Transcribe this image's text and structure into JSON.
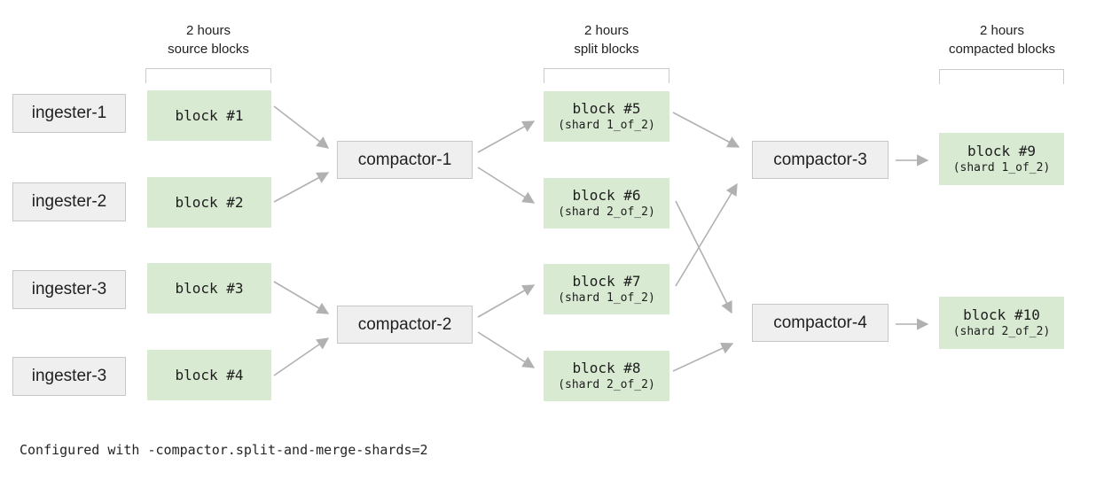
{
  "headers": {
    "source": {
      "line1": "2 hours",
      "line2": "source blocks"
    },
    "split": {
      "line1": "2 hours",
      "line2": "split blocks"
    },
    "compacted": {
      "line1": "2 hours",
      "line2": "compacted blocks"
    }
  },
  "ingesters": [
    {
      "label": "ingester-1"
    },
    {
      "label": "ingester-2"
    },
    {
      "label": "ingester-3"
    },
    {
      "label": "ingester-3"
    }
  ],
  "source_blocks": [
    {
      "label": "block #1"
    },
    {
      "label": "block #2"
    },
    {
      "label": "block #3"
    },
    {
      "label": "block #4"
    }
  ],
  "compactors": [
    {
      "label": "compactor-1"
    },
    {
      "label": "compactor-2"
    },
    {
      "label": "compactor-3"
    },
    {
      "label": "compactor-4"
    }
  ],
  "split_blocks": [
    {
      "label": "block #5",
      "shard": "(shard 1_of_2)"
    },
    {
      "label": "block #6",
      "shard": "(shard 2_of_2)"
    },
    {
      "label": "block #7",
      "shard": "(shard 1_of_2)"
    },
    {
      "label": "block #8",
      "shard": "(shard 2_of_2)"
    }
  ],
  "compacted_blocks": [
    {
      "label": "block #9",
      "shard": "(shard 1_of_2)"
    },
    {
      "label": "block #10",
      "shard": "(shard 2_of_2)"
    }
  ],
  "footer": "Configured with -compactor.split-and-merge-shards=2",
  "edges": [
    {
      "from": "block #1",
      "to": "compactor-1"
    },
    {
      "from": "block #2",
      "to": "compactor-1"
    },
    {
      "from": "block #3",
      "to": "compactor-2"
    },
    {
      "from": "block #4",
      "to": "compactor-2"
    },
    {
      "from": "compactor-1",
      "to": "block #5"
    },
    {
      "from": "compactor-1",
      "to": "block #6"
    },
    {
      "from": "compactor-2",
      "to": "block #7"
    },
    {
      "from": "compactor-2",
      "to": "block #8"
    },
    {
      "from": "block #5",
      "to": "compactor-3"
    },
    {
      "from": "block #6",
      "to": "compactor-4"
    },
    {
      "from": "block #7",
      "to": "compactor-3"
    },
    {
      "from": "block #8",
      "to": "compactor-4"
    },
    {
      "from": "compactor-3",
      "to": "block #9"
    },
    {
      "from": "compactor-4",
      "to": "block #10"
    }
  ],
  "colors": {
    "block_green": "#d9ead3",
    "box_gray_fill": "#efefef",
    "box_gray_border": "#c7c7c7",
    "bracket_border": "#cbcbcb",
    "arrow_gray": "#b1b1b1",
    "text": "#1f1f1f"
  }
}
